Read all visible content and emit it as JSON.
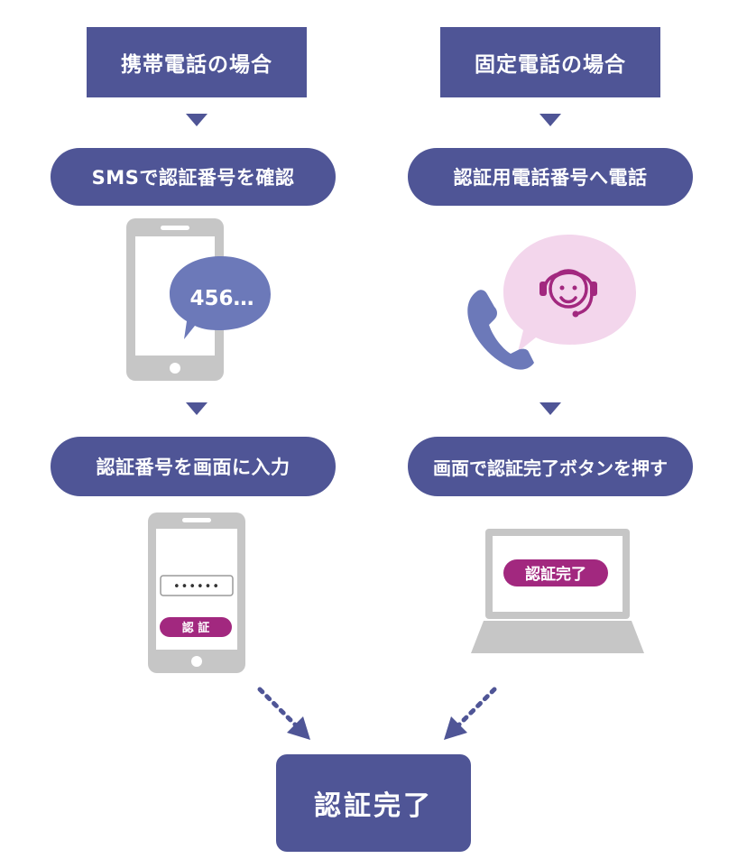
{
  "left": {
    "header": "携帯電話の場合",
    "step1": "SMSで認証番号を確認",
    "sms_code": "456…",
    "step2": "認証番号を画面に入力",
    "password_dots": "••••••",
    "auth_button": "認 証"
  },
  "right": {
    "header": "固定電話の場合",
    "step1": "認証用電話番号へ電話",
    "step2": "画面で認証完了ボタンを押す",
    "complete_button": "認証完了"
  },
  "final": "認証完了",
  "colors": {
    "primary": "#4f5596",
    "accent": "#a2287f",
    "bubble": "#6c79b9",
    "pink_bubble": "#f3d6ec",
    "device_gray": "#c6c6c6"
  }
}
